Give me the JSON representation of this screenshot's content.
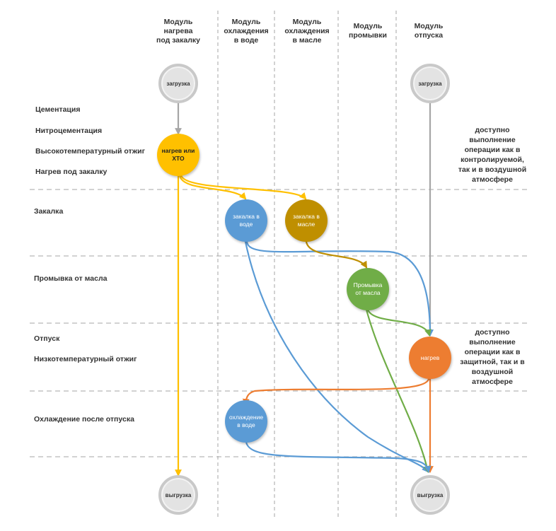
{
  "colors": {
    "yellow": "#FFC000",
    "blue": "#5B9BD5",
    "olive": "#BF8F00",
    "green": "#70AD47",
    "orange": "#ED7D31",
    "grey_arrow": "#A6A6A6",
    "divider": "#A6A6A6"
  },
  "columns": [
    {
      "label": "Модуль\nнагрева\nпод закалку"
    },
    {
      "label": "Модуль\nохлаждения\nв воде"
    },
    {
      "label": "Модуль\nохлаждения\nв масле"
    },
    {
      "label": "Модуль\nпромывки"
    },
    {
      "label": "Модуль\nотпуска"
    }
  ],
  "rows": {
    "cementation": "Цементация",
    "nitrocementation": "Нитроцементация",
    "high_temp_annealing": "Высокотемпературный отжиг",
    "heating_for_quench": "Нагрев под закалку",
    "quench": "Закалка",
    "oil_wash": "Промывка от масла",
    "tempering": "Отпуск",
    "low_temp_annealing": "Низкотемпературный отжиг",
    "cooling_after_tempering": "Охлаждение после отпуска"
  },
  "notes": {
    "heating_note": "доступно\nвыполнение\nоперации как в\nконтролируемой,\nтак и в воздушной\nатмосфере",
    "tempering_note": "доступно\nвыполнение\nоперации как в\nзащитной, так и в\nвоздушной\nатмосфере"
  },
  "nodes": {
    "load_1": {
      "label": "загрузка",
      "color": "grey"
    },
    "load_2": {
      "label": "загрузка",
      "color": "grey"
    },
    "heating_hto": {
      "label": "нагрев или\nХТО",
      "color": "yellow"
    },
    "quench_water": {
      "label": "закалка в\nводе",
      "color": "blue"
    },
    "quench_oil": {
      "label": "закалка в\nмасле",
      "color": "olive"
    },
    "oil_wash": {
      "label": "Промывка\nот масла",
      "color": "green"
    },
    "tempering_heat": {
      "label": "нагрев",
      "color": "orange"
    },
    "cooling_water": {
      "label": "охлаждение\nв воде",
      "color": "blue"
    },
    "unload_1": {
      "label": "выгрузка",
      "color": "grey"
    },
    "unload_2": {
      "label": "выгрузка",
      "color": "grey"
    }
  }
}
